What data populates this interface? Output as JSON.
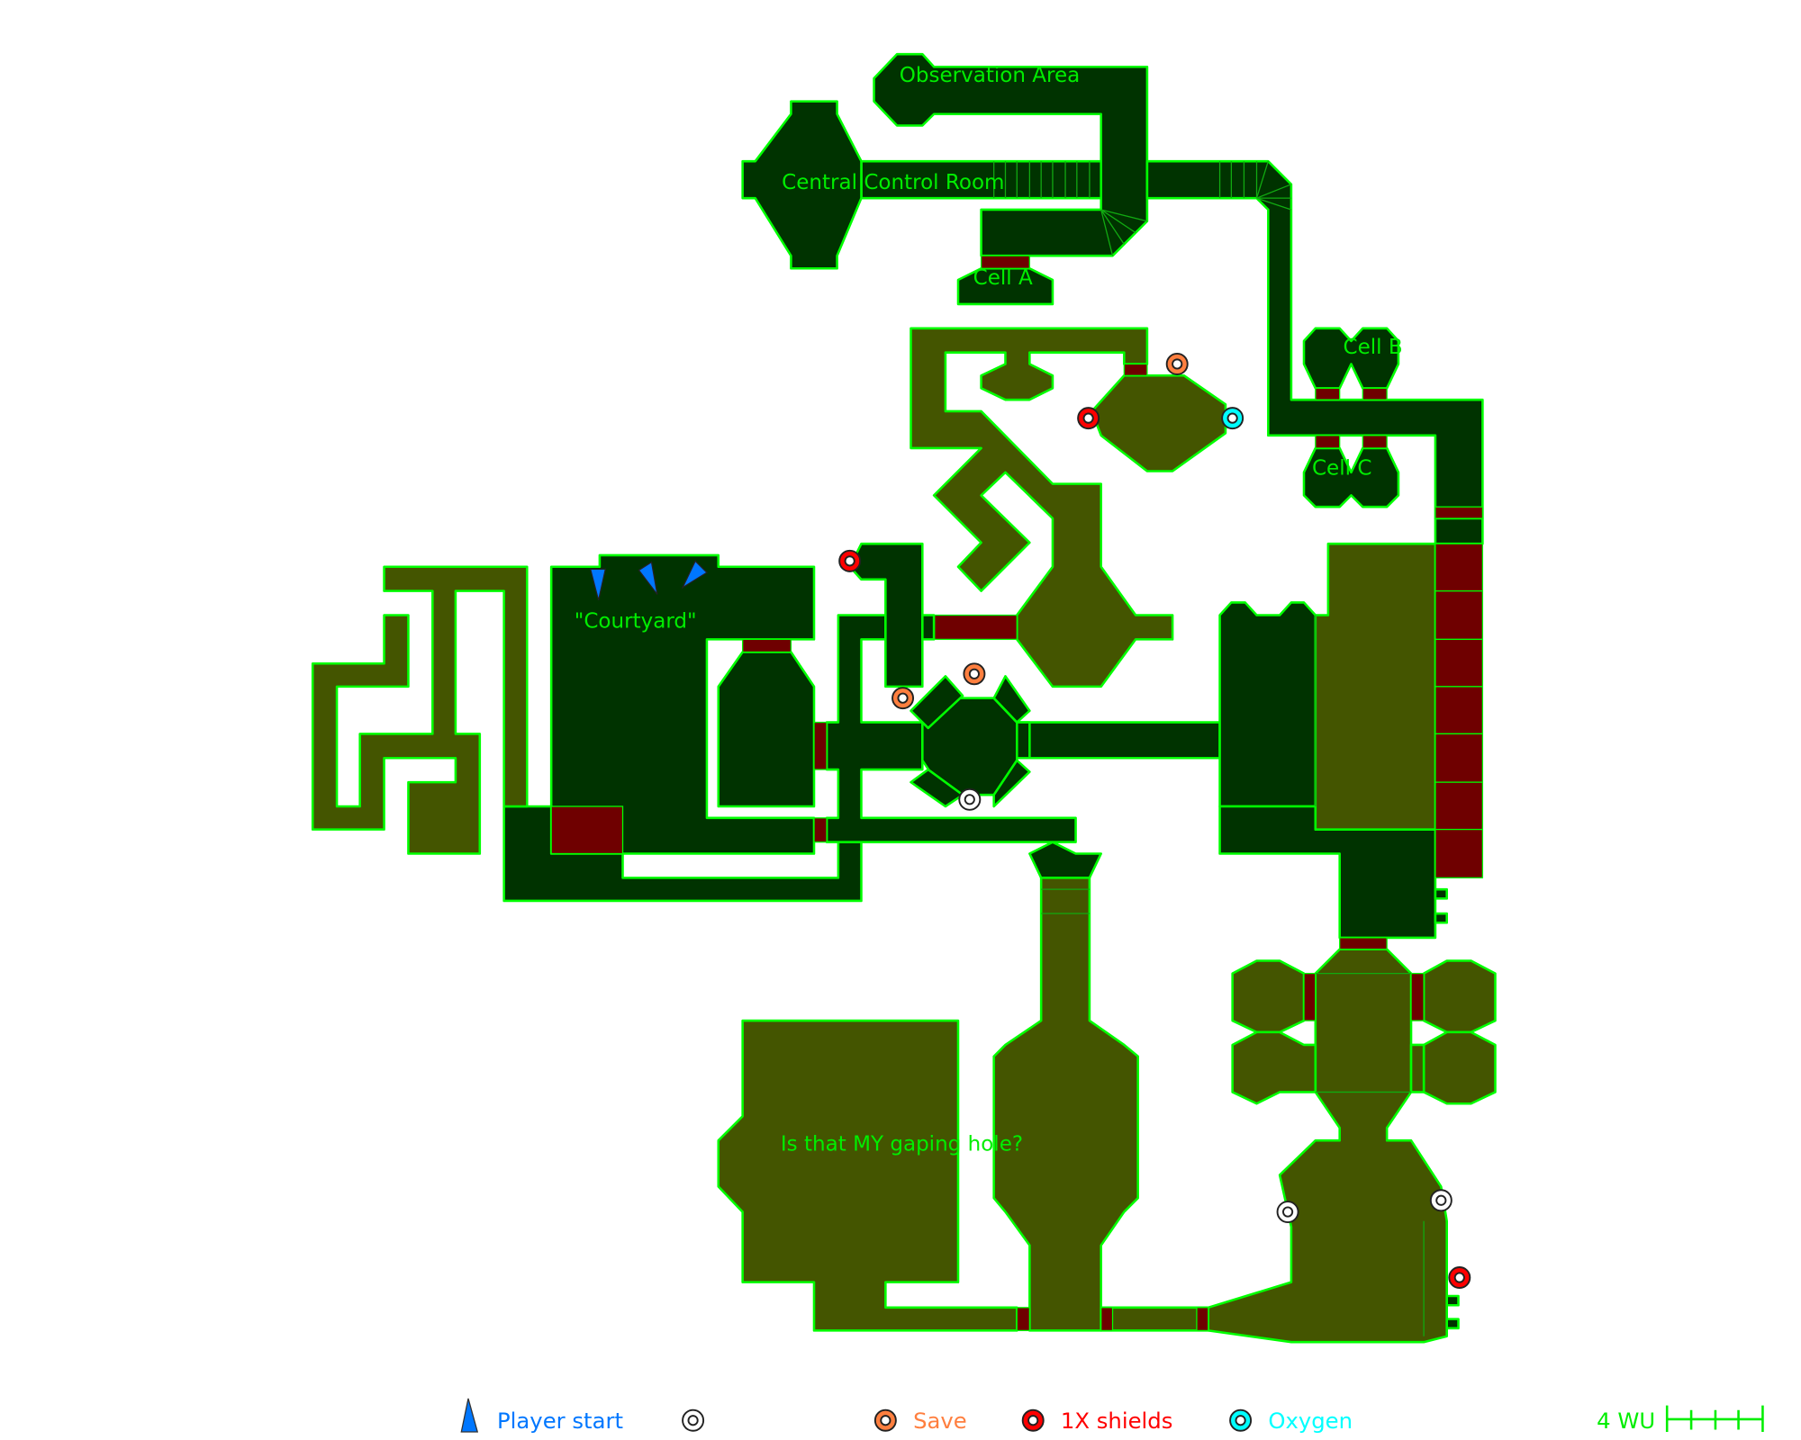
{
  "labels": {
    "observation": "Observation Area",
    "central": "Central Control Room",
    "cell_a": "Cell A",
    "cell_b": "Cell B",
    "cell_c": "Cell C",
    "courtyard": "\"Courtyard\"",
    "hole": "Is that MY gaping hole?"
  },
  "legend": {
    "player_start": "Player start",
    "save": "Save",
    "shields": "1X shields",
    "oxygen": "Oxygen",
    "scale": "4 WU"
  },
  "colors": {
    "wall": "#00ff00",
    "floor_dark": "#003300",
    "floor_olive": "#445500",
    "door": "#6f0000",
    "player_start": "#0077ff",
    "save": "#ff7f3f",
    "shields": "#ff0000",
    "oxygen": "#00ffff",
    "pattern": "#ffffff"
  }
}
